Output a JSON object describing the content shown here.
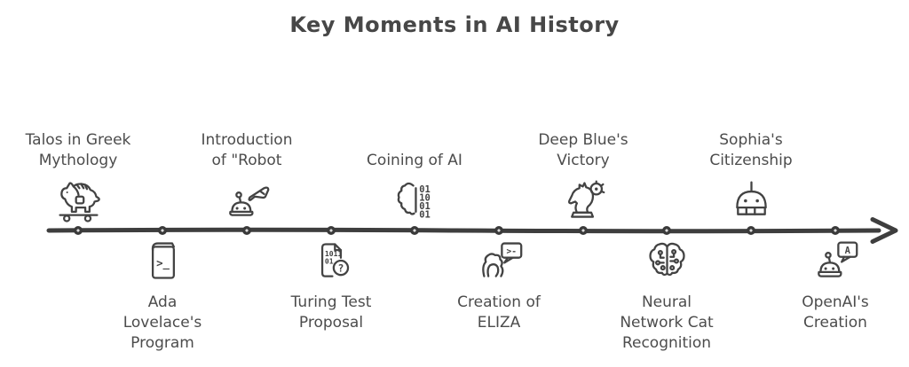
{
  "title": "Key Moments in AI History",
  "colors": {
    "ink": "#434343",
    "line": "#3e3e3e",
    "text": "#4c4c4c",
    "background": "#ffffff"
  },
  "timeline": {
    "direction": "left-to-right",
    "node_count": 10
  },
  "events_top": [
    {
      "label": "Talos in Greek\nMythology",
      "icon": "trojan-horse-icon"
    },
    {
      "label": "Introduction\nof \"Robot",
      "icon": "robot-speech-bubble-icon"
    },
    {
      "label": "Coining of AI",
      "icon": "brain-binary-icon"
    },
    {
      "label": "Deep Blue's\nVictory",
      "icon": "chess-knight-gear-icon"
    },
    {
      "label": "Sophia's\nCitizenship",
      "icon": "robot-head-icon"
    }
  ],
  "events_bottom": [
    {
      "label": "Ada\nLovelace's\nProgram",
      "icon": "code-book-icon"
    },
    {
      "label": "Turing Test\nProposal",
      "icon": "binary-document-question-icon"
    },
    {
      "label": "Creation of\nELIZA",
      "icon": "person-chat-terminal-icon"
    },
    {
      "label": "Neural\nNetwork Cat\nRecognition",
      "icon": "brain-circuit-icon"
    },
    {
      "label": "OpenAI's\nCreation",
      "icon": "robot-chat-letter-icon"
    }
  ],
  "icon_text": {
    "coining_binary_lines": [
      "01",
      "10",
      "01",
      "01"
    ],
    "ada_prompt": ">_",
    "turing_binary_line1": "1011",
    "turing_binary_line2": "01",
    "turing_question_mark": "?",
    "eliza_prompt": ">-",
    "openai_letter": "A"
  }
}
